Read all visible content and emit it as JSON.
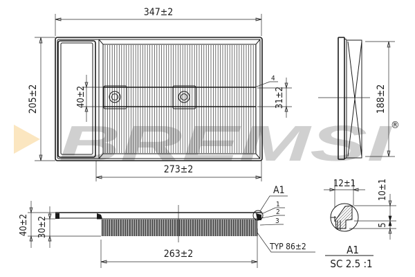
{
  "drawing": {
    "subject": "Air filter panel technical drawing",
    "brand_watermark": "BREMSI",
    "registered_mark": "®",
    "colors": {
      "line": "#1a1a1a",
      "watermark_text": "#c8c8c8",
      "watermark_triangle": "#fbe6c0",
      "background": "#ffffff"
    }
  },
  "top_view": {
    "overall_length": "347±2",
    "overall_width": "205±2",
    "pleat_length": "273±2",
    "lug_width": "40±2",
    "band_width": "31±2",
    "callout": "4"
  },
  "side_view": {
    "height": "188±2"
  },
  "front_view": {
    "total_height": "40±2",
    "pleat_height": "30±2",
    "pleat_span": "263±2",
    "pleat_count": "TYP 86±2",
    "detail_ref": "A1",
    "callouts": [
      "1",
      "2",
      "3"
    ]
  },
  "detail_a1": {
    "width": "12±1",
    "height": "10±1",
    "lip": "5",
    "title": "A1",
    "scale": "SC 2.5 :1"
  }
}
